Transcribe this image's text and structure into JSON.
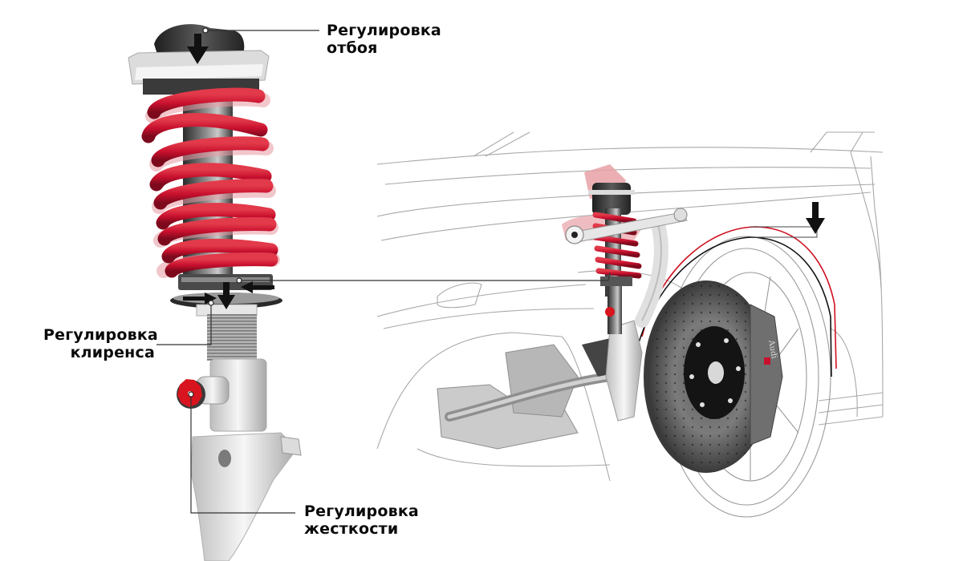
{
  "diagram": {
    "subject": "Adjustable coilover front suspension",
    "callouts": [
      {
        "id": "rebound",
        "line1": "Регулировка",
        "line2": "отбоя"
      },
      {
        "id": "clearance",
        "line1": "Регулировка",
        "line2": "клиренса"
      },
      {
        "id": "stiffness",
        "line1": "Регулировка",
        "line2": "жесткости"
      }
    ],
    "caliper_brand": "Audi",
    "colors": {
      "spring_red": "#c8102e",
      "knob_red": "#d8141e",
      "outline_gray": "#9a9a9a",
      "leader_line": "#333333",
      "fender_red_line": "#d01020",
      "text": "#0a0a0a"
    }
  }
}
